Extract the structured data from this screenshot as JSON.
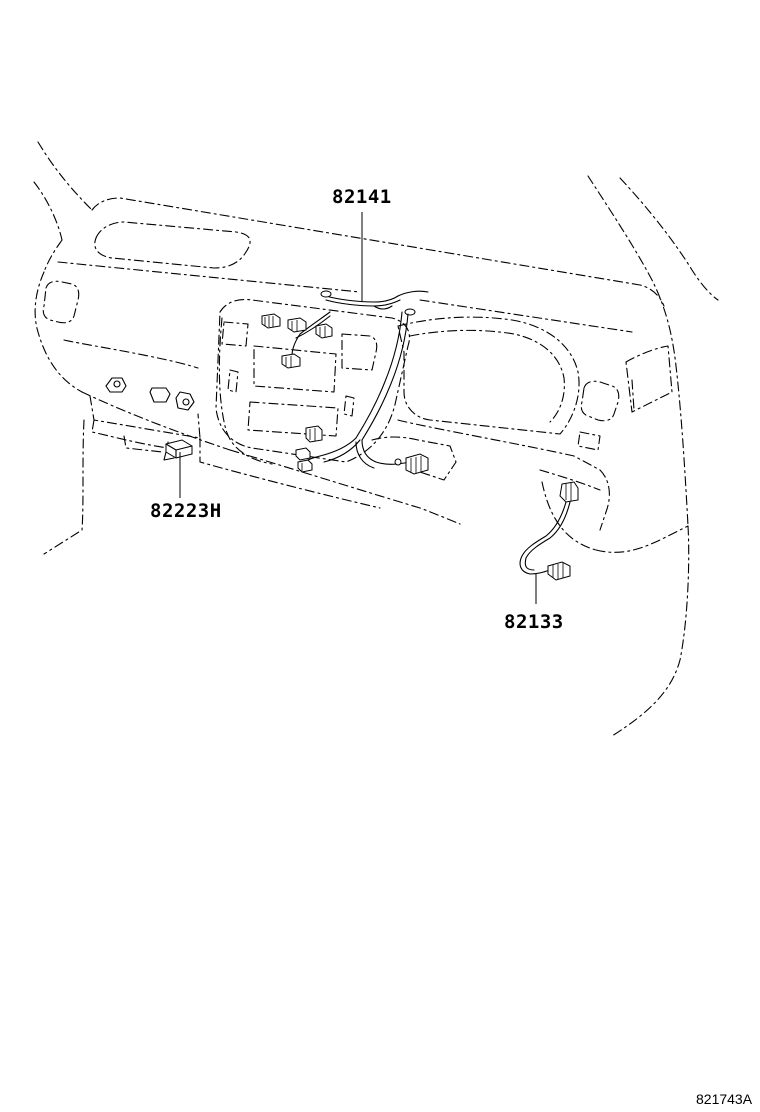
{
  "figure": {
    "code": "821743A"
  },
  "parts": [
    {
      "id": "82141",
      "label": "82141"
    },
    {
      "id": "82223H",
      "label": "82223H"
    },
    {
      "id": "82133",
      "label": "82133"
    }
  ]
}
